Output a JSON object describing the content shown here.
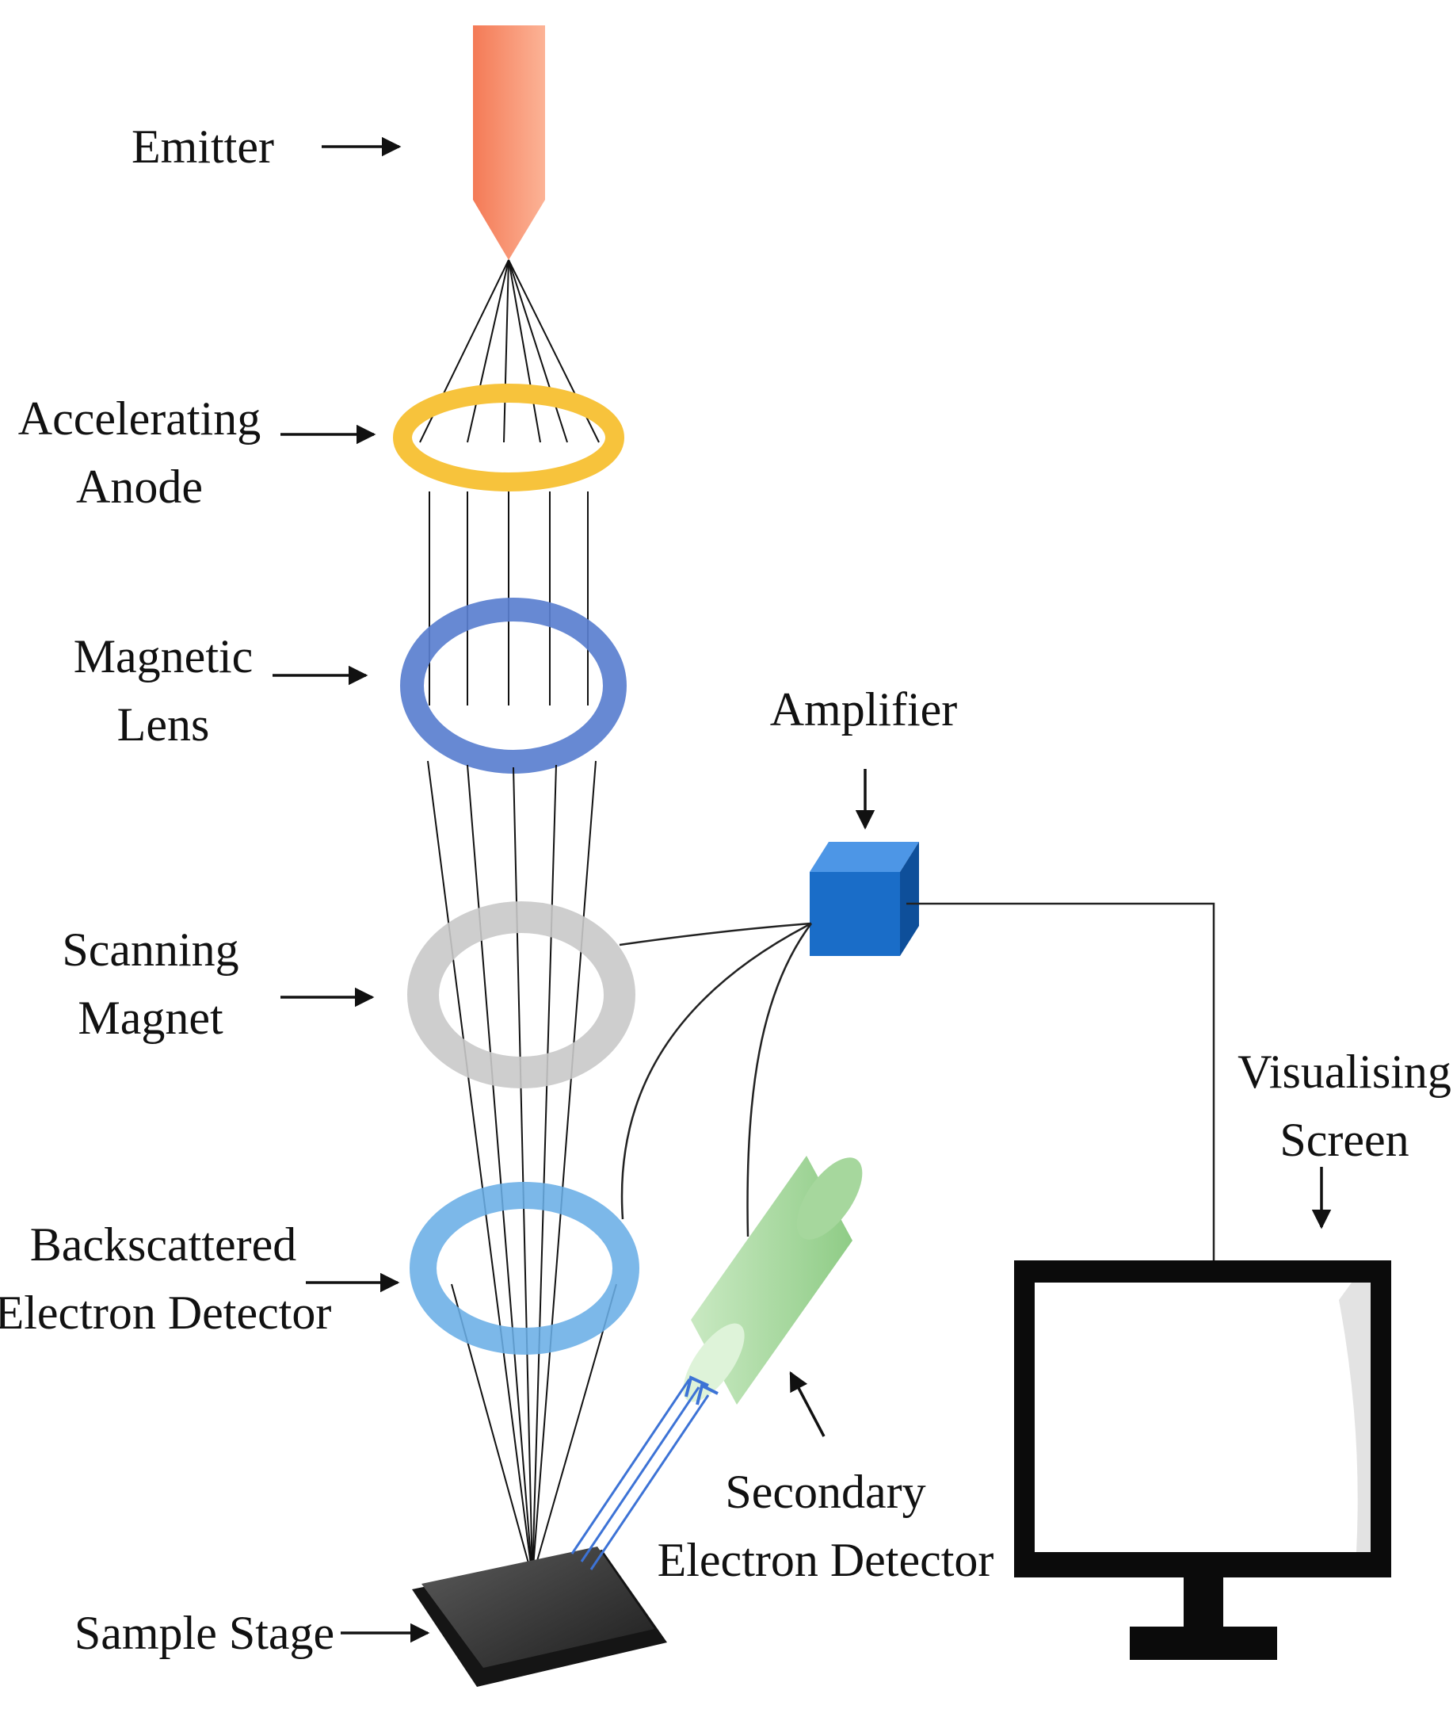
{
  "labels": {
    "emitter": "Emitter",
    "anode_1": "Accelerating",
    "anode_2": "Anode",
    "lens_1": "Magnetic",
    "lens_2": "Lens",
    "amplifier": "Amplifier",
    "scan_1": "Scanning",
    "scan_2": "Magnet",
    "screen_1": "Visualising",
    "screen_2": "Screen",
    "bse_1": "Backscattered",
    "bse_2": "Electron  Detector",
    "se_1": "Secondary",
    "se_2": "Electron  Detector",
    "stage": "Sample  Stage"
  },
  "colors": {
    "emitter": "#f98e6e",
    "anode": "#f7c33c",
    "magnetic_lens": "#5a7fcf",
    "scanning_magnet": "#c9c9c9",
    "bse_detector": "#6aaee6",
    "se_detector": "#a8d8a0",
    "amplifier": "#1a6dc8",
    "screen_frame": "#0b0b0b",
    "stage": "#3a3a3a",
    "secondary_rays": "#3d73d6"
  }
}
